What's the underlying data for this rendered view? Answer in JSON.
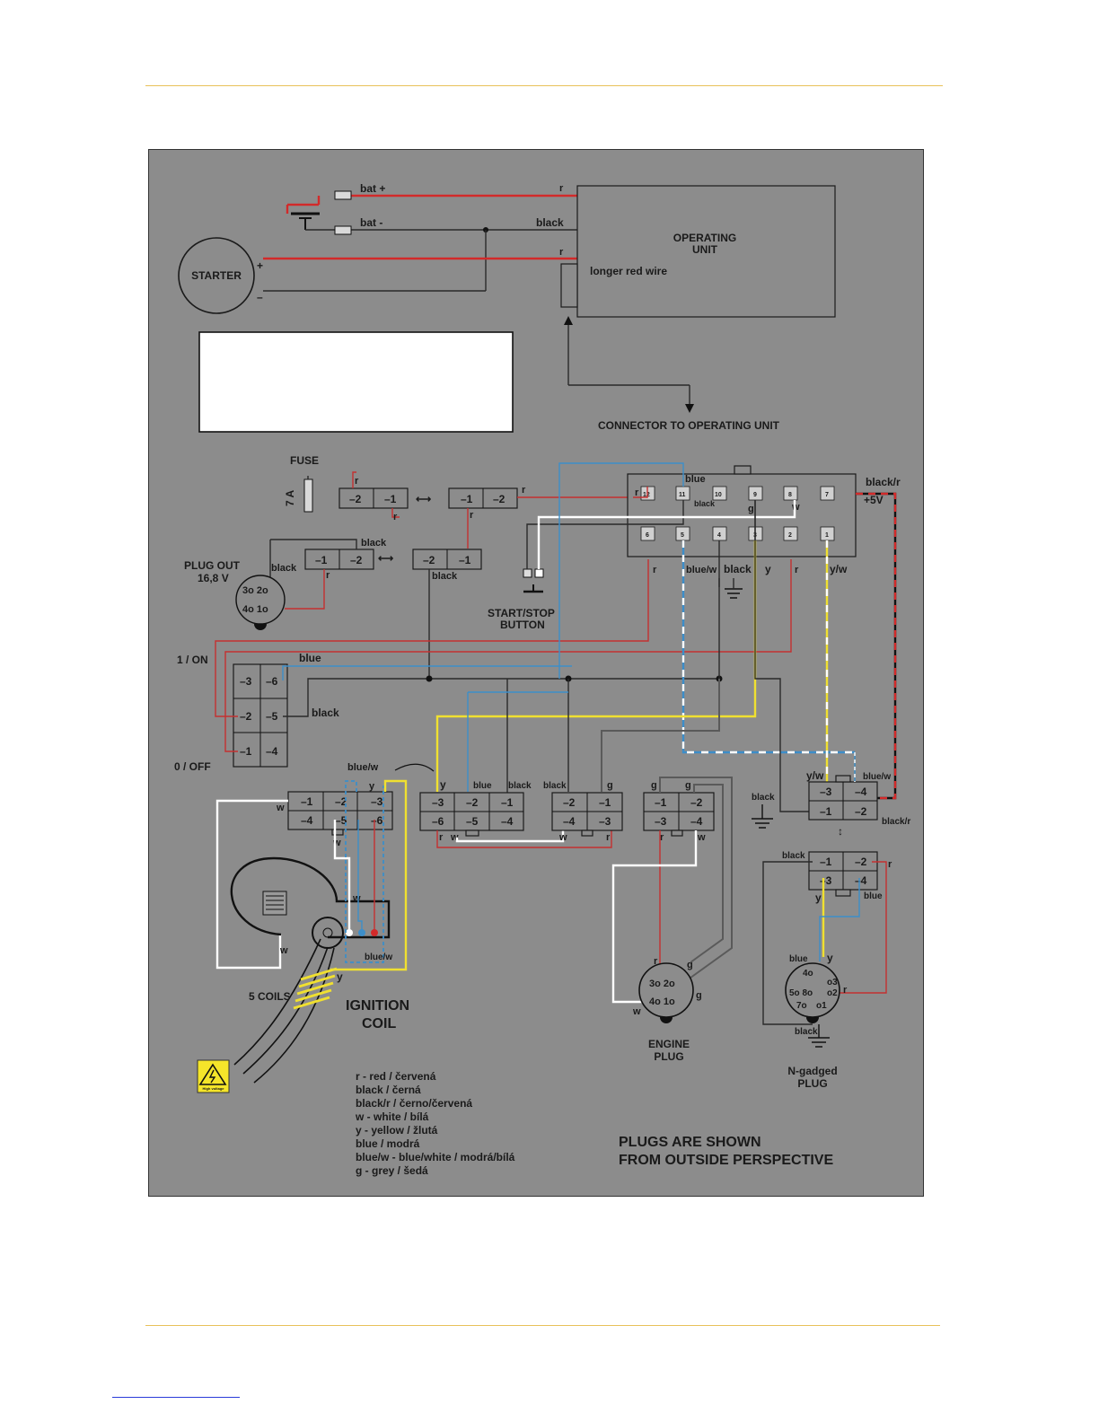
{
  "diagram": {
    "background_color": "#8c8c8c",
    "battery": {
      "pos_label": "bat +",
      "neg_label": "bat -"
    },
    "starter": {
      "label": "STARTER",
      "plus": "+",
      "minus": "–"
    },
    "operating_unit": {
      "title_line1": "OPERATING",
      "title_line2": "UNIT",
      "note": "longer red wire"
    },
    "wire_labels": {
      "r": "r",
      "black": "black",
      "blue": "blue",
      "blue_w": "blue/w",
      "y": "y",
      "y_w": "y/w",
      "w": "w",
      "g": "g",
      "black_r": "black/r",
      "plus5v": "+5V"
    },
    "connector_to_unit": "CONNECTOR TO OPERATING UNIT",
    "fuse": {
      "label": "FUSE",
      "rating": "7 A"
    },
    "plug_out": {
      "line1": "PLUG OUT",
      "line2": "16,8 V"
    },
    "start_stop": {
      "line1": "START/STOP",
      "line2": "BUTTON"
    },
    "switch": {
      "on_label": "1 / ON",
      "off_label": "0 / OFF"
    },
    "coil": {
      "coils_label": "5 COILS",
      "title_line1": "IGNITION",
      "title_line2": "COIL"
    },
    "engine_plug": {
      "line1": "ENGINE",
      "line2": "PLUG"
    },
    "ngadged_plug": {
      "line1": "N-gadged",
      "line2": "PLUG"
    },
    "warning_icon": "high-voltage-icon",
    "warning_text": "High voltage",
    "legend": [
      "r - red / červená",
      "black / černá",
      "black/r / černo/červená",
      "w - white / bílá",
      "y - yellow / žlutá",
      "blue / modrá",
      "blue/w - blue/white / modrá/bílá",
      "g - grey / šedá"
    ],
    "note_line1": "PLUGS ARE SHOWN",
    "note_line2": "FROM OUTSIDE PERSPECTIVE"
  }
}
